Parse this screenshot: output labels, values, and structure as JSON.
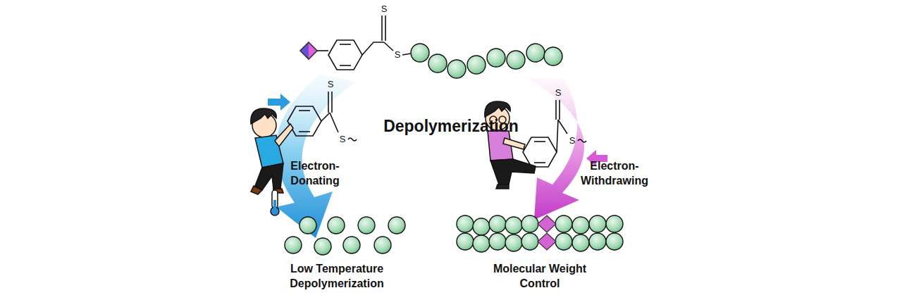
{
  "diagram": {
    "labels": [
      "S",
      "S",
      "Depolymerization",
      "S",
      "S",
      "Electron-Donating",
      "S",
      "S",
      "Electron-Withdrawing",
      "Low Temperature Depolymerization",
      "Molecular Weight Control"
    ]
  }
}
